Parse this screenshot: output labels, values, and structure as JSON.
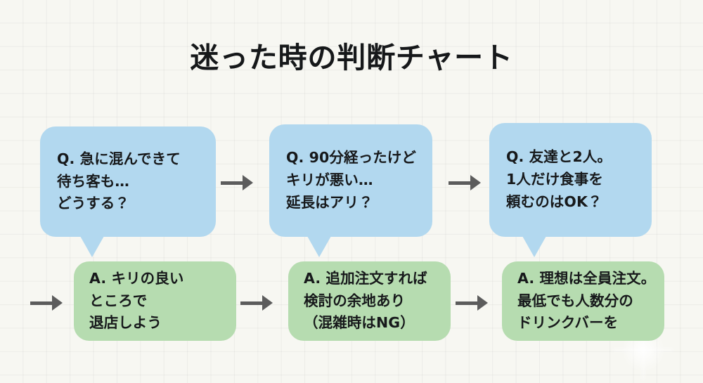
{
  "title": "迷った時の判断チャート",
  "colors": {
    "background": "#f7f7f2",
    "question_bubble": "#b2d8ef",
    "answer_box": "#b6dcb0",
    "text": "#17191b",
    "arrow": "#5c5c5c"
  },
  "chart_data": {
    "type": "diagram",
    "title": "迷った時の判断チャート",
    "layout": "two-row flowchart: question bubbles on top row, answer boxes on bottom row, connected left-to-right by arrows",
    "steps": [
      {
        "question_label": "Q.",
        "question": "Q. 急に混んできて\n待ち客も…\nどうする？",
        "answer_label": "A.",
        "answer": "A. キリの良い\nところで\n退店しよう"
      },
      {
        "question_label": "Q.",
        "question": "Q. 90分経ったけど\nキリが悪い…\n延長はアリ？",
        "answer_label": "A.",
        "answer": "A. 追加注文すれば\n検討の余地あり\n（混雑時はNG）"
      },
      {
        "question_label": "Q.",
        "question": "Q. 友達と2人。\n1人だけ食事を\n頼むのはOK？",
        "answer_label": "A.",
        "answer": "A. 理想は全員注文。\n最低でも人数分の\nドリンクバーを"
      }
    ],
    "connectors": [
      {
        "name": "arrow-q1-q2",
        "glyph": "→"
      },
      {
        "name": "arrow-q2-q3",
        "glyph": "→"
      },
      {
        "name": "arrow-into-a1",
        "glyph": "→"
      },
      {
        "name": "arrow-a1-a2",
        "glyph": "→"
      },
      {
        "name": "arrow-a2-a3",
        "glyph": "→"
      }
    ]
  }
}
